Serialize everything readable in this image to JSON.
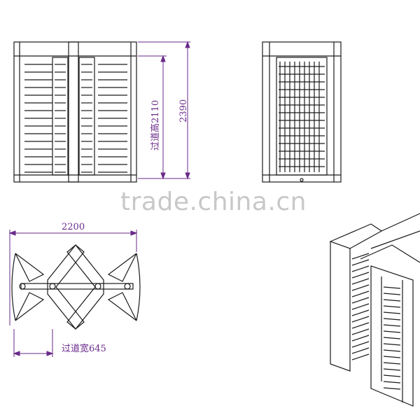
{
  "dimensions": {
    "height_total": "2390",
    "height_passage": "过道高2110",
    "width_total": "2200",
    "width_passage": "过道宽645"
  },
  "watermark": "trade.china.cn",
  "colors": {
    "line": "#1a1a1a",
    "dimension": "#6a2a8a",
    "watermark": "#c8c8c8"
  },
  "views": [
    "front-elevation",
    "side-elevation",
    "plan-view",
    "isometric-view"
  ]
}
